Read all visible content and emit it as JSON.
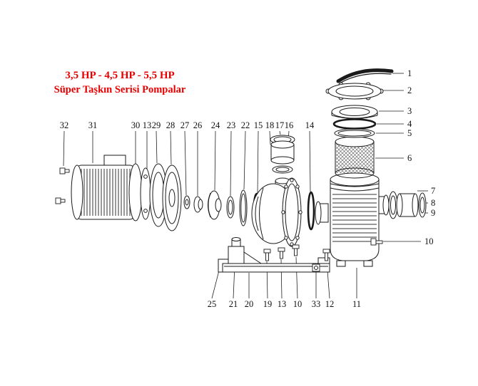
{
  "title": {
    "line1": "3,5 HP - 4,5 HP - 5,5 HP",
    "line2": "Süper Taşkın Serisi Pompalar",
    "color": "#e60000"
  },
  "labels": {
    "top": [
      "32",
      "31",
      "30",
      "13",
      "29",
      "28",
      "27",
      "26",
      "24",
      "23",
      "22",
      "15",
      "18",
      "17",
      "16",
      "14"
    ],
    "right": [
      "1",
      "2",
      "3",
      "4",
      "5",
      "6",
      "7",
      "8",
      "9",
      "10"
    ],
    "bottom": [
      "25",
      "21",
      "20",
      "19",
      "13",
      "10",
      "33",
      "12",
      "11"
    ]
  }
}
